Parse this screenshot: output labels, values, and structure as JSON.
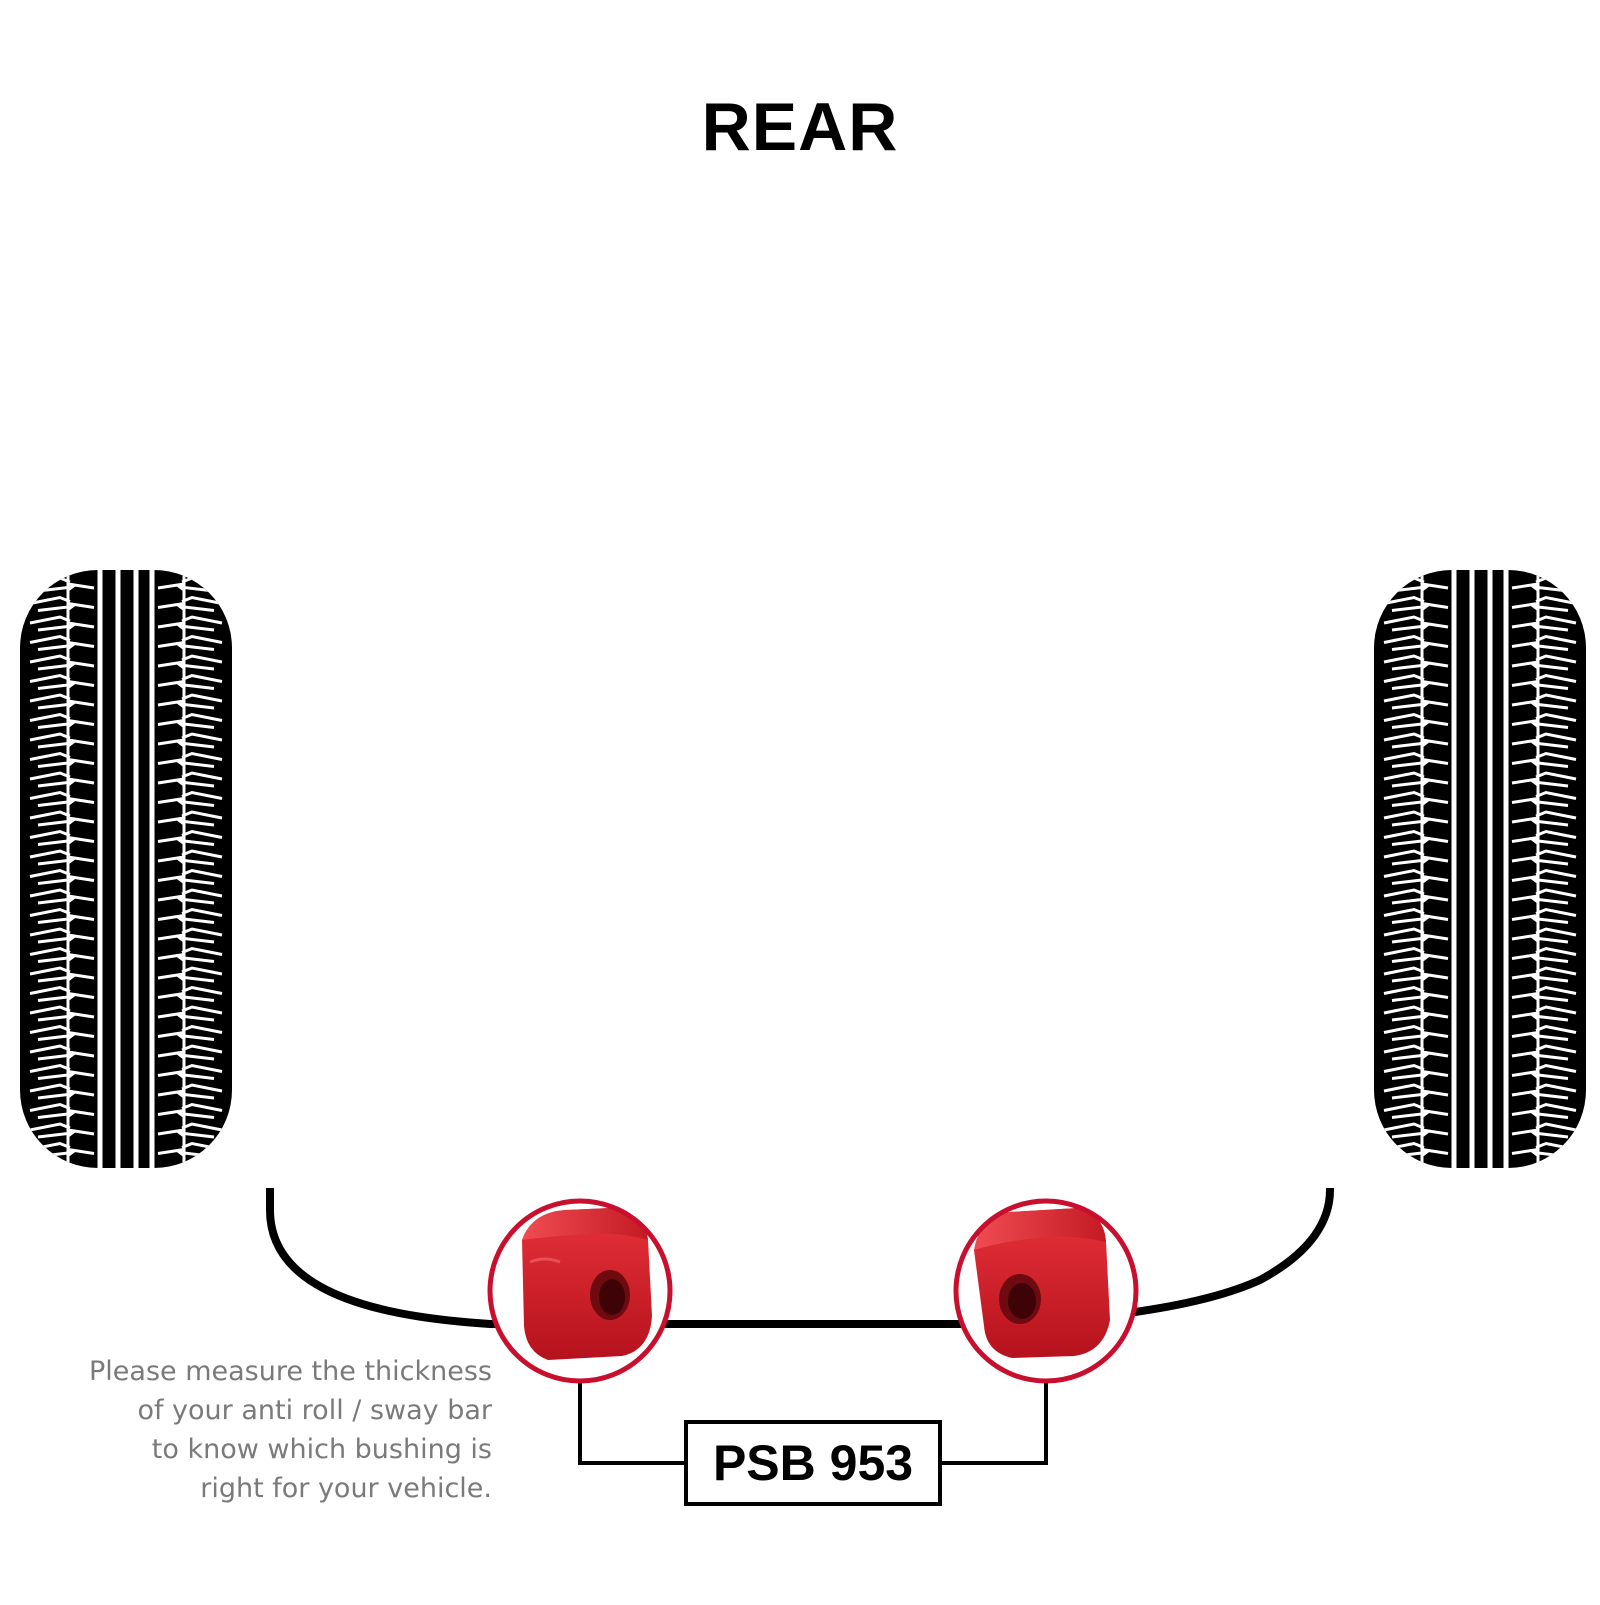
{
  "title": "REAR",
  "part_number": "PSB 953",
  "note_lines": [
    "Please measure the thickness",
    "of your anti roll / sway bar",
    "to know which bushing is",
    "right for your vehicle."
  ],
  "colors": {
    "tyre": "#000000",
    "tread_lines": "#ffffff",
    "bushing": "#d8202b",
    "bushing_ring": "#c8102e",
    "note_text": "#7a7a7a"
  },
  "icons": {
    "left_wheel": "tyre-tread-icon",
    "right_wheel": "tyre-tread-icon",
    "bushing": "polyurethane-bushing-icon"
  }
}
